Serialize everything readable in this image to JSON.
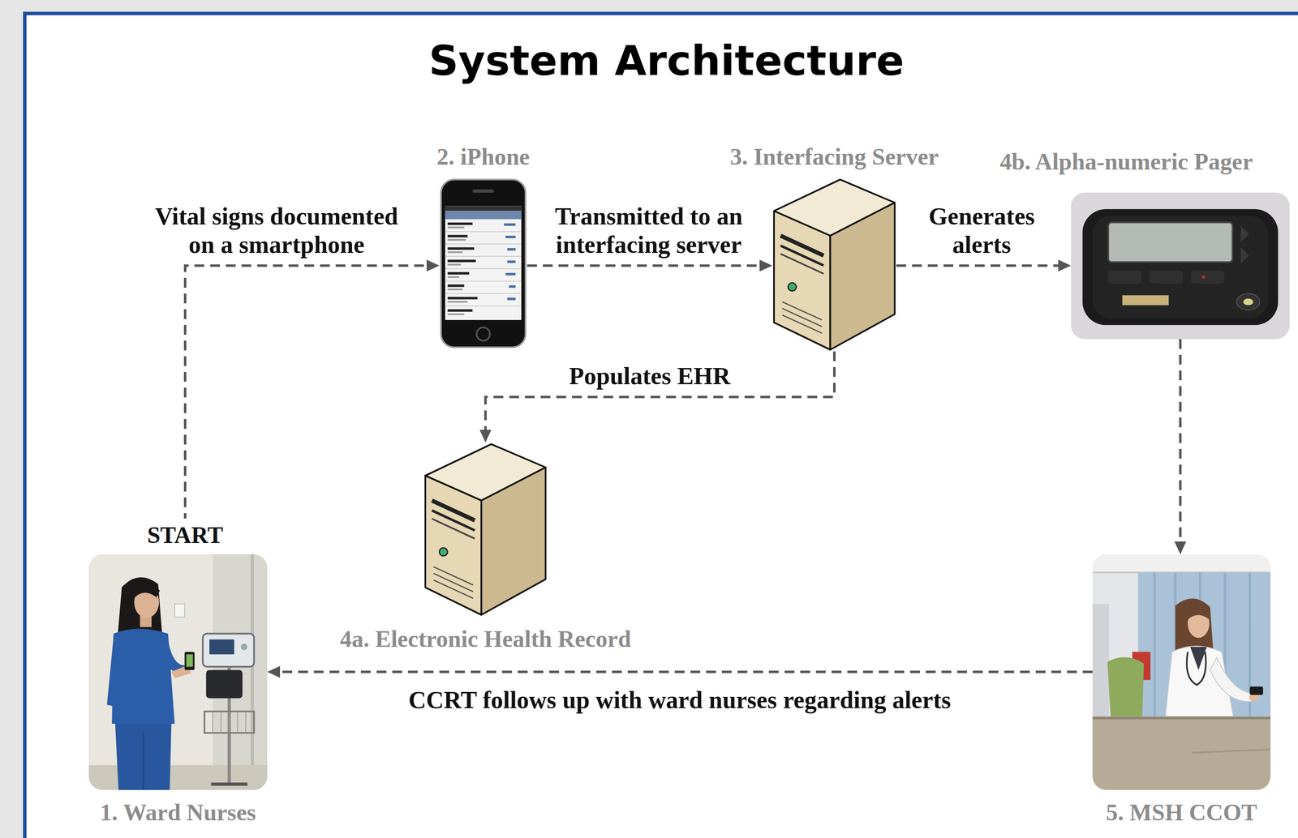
{
  "diagram": {
    "title": "System Architecture",
    "nodes": [
      {
        "text": [
          "1. Ward Nurses"
        ]
      },
      {
        "text": [
          "2. iPhone"
        ]
      },
      {
        "text": [
          "3. Interfacing Server"
        ]
      },
      {
        "text": [
          "4a. Electronic Health Record"
        ]
      },
      {
        "text": [
          "4b. Alpha-numeric Pager"
        ]
      },
      {
        "text": [
          "5. MSH CCOT"
        ]
      }
    ],
    "edges": [
      {
        "from": 0,
        "to": 1,
        "arrow": "to",
        "label": "Vital signs documented on a smartphone"
      },
      {
        "from": 1,
        "to": 2,
        "arrow": "to",
        "label": "Transmitted to an interfacing server"
      },
      {
        "from": 2,
        "to": 4,
        "arrow": "to",
        "label": "Generates alerts"
      },
      {
        "from": 2,
        "to": 3,
        "arrow": "to",
        "label": "Populates EHR"
      },
      {
        "from": 4,
        "to": 5,
        "arrow": "to"
      },
      {
        "from": 5,
        "to": 0,
        "arrow": "to",
        "label": "CCRT follows up with ward nurses regarding alerts"
      }
    ],
    "labels": [
      "START"
    ]
  }
}
